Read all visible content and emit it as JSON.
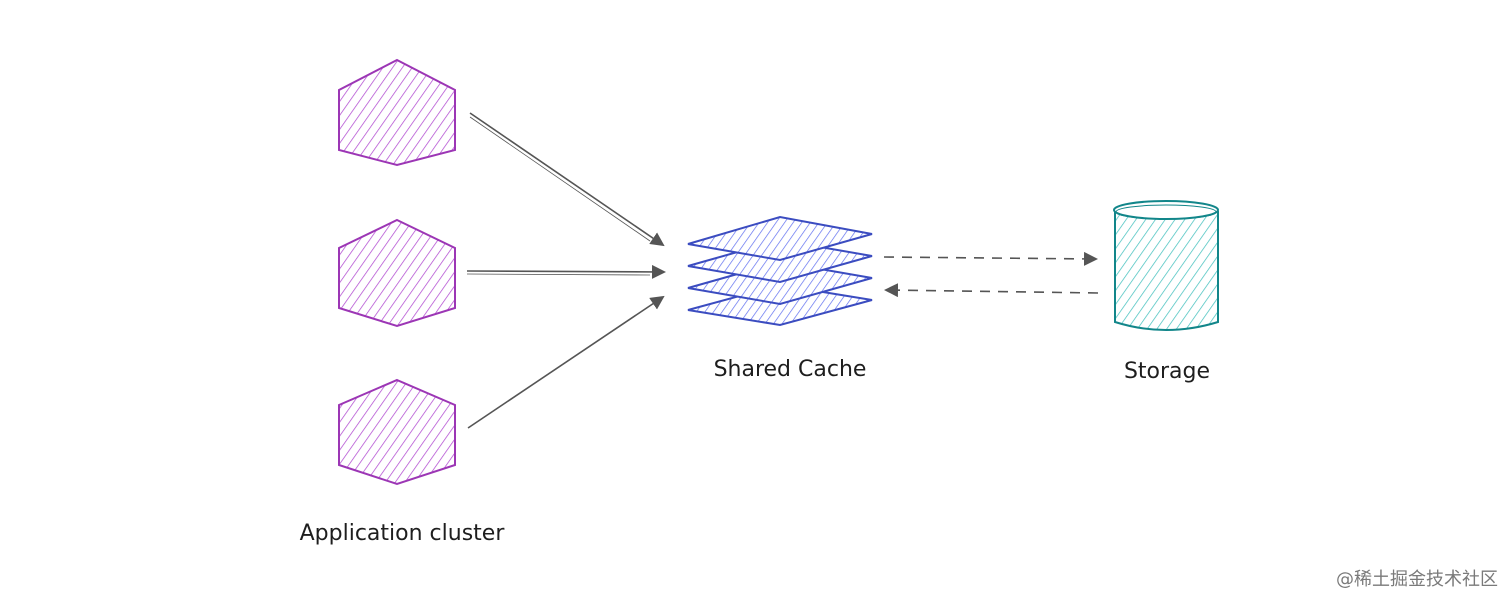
{
  "labels": {
    "application_cluster": "Application cluster",
    "shared_cache": "Shared Cache",
    "storage": "Storage"
  },
  "watermark": "@稀土掘金技术社区",
  "colors": {
    "app_node": "#9c36b5",
    "app_fill": "#da77f2",
    "cache": "#3b4cc0",
    "cache_fill": "#6b7cff",
    "storage": "#12868a",
    "storage_fill": "#66d2cf",
    "arrow": "#555555"
  }
}
